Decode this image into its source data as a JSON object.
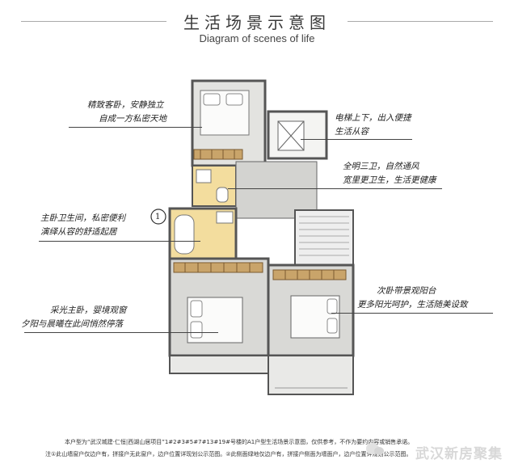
{
  "header": {
    "title_cn": "生活场景示意图",
    "title_en": "Diagram of scenes of life"
  },
  "annotations": {
    "bedroom_top": [
      "精致客卧，安静独立",
      "自成一方私密天地"
    ],
    "elevator": [
      "电梯上下，出入便捷",
      "生活从容"
    ],
    "bathroom_public": [
      "全明三卫，自然通风",
      "宽里更卫生，生活更健康"
    ],
    "master_bath": [
      "主卧卫生间，私密便利",
      "演绎从容的舒适起居"
    ],
    "master_bedroom": [
      "采光主卧，婴境观窗",
      "夕阳与晨曦在此间悄然停落"
    ],
    "second_bedroom": [
      "次卧带景观阳台",
      "更多阳光呵护，生活随美设致"
    ]
  },
  "marker": {
    "label": "1"
  },
  "footnotes": [
    "本户型为“武汉城建·仁恒|西湖山居项目”1#2#3#5#7#13#19#号楼的A1户型生活场景示意图，仅供参考，不作为要约内容或销售承诺。",
    "注①此山墙窗户仅边户有，拼接户无此窗户，边户位置详现划公示范图。②此侧面绿地仅边户有，拼接户侧面为墙面户，边户位置详规划公示范图。"
  ],
  "watermark": "武汉新房聚集",
  "colors": {
    "wall": "#6b6b6b",
    "floor_gray": "#d9d9d6",
    "floor_light": "#e9e9e7",
    "wood": "#c9a46a",
    "bath_yellow": "#f3dd9e",
    "stair": "#eeeeee"
  }
}
